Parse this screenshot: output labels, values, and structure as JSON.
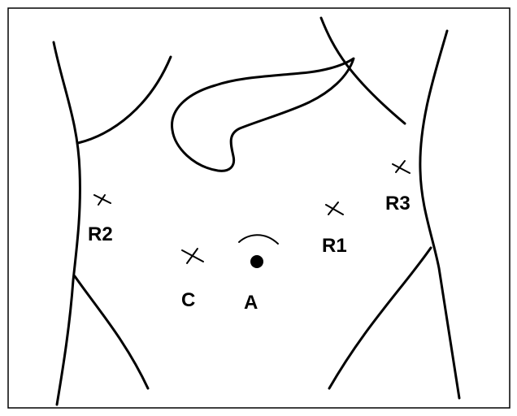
{
  "diagram": {
    "labels": {
      "r1": "R1",
      "r2": "R2",
      "r3": "R3",
      "c": "C",
      "a": "A"
    },
    "colors": {
      "ink": "#000000",
      "background": "#ffffff"
    }
  }
}
